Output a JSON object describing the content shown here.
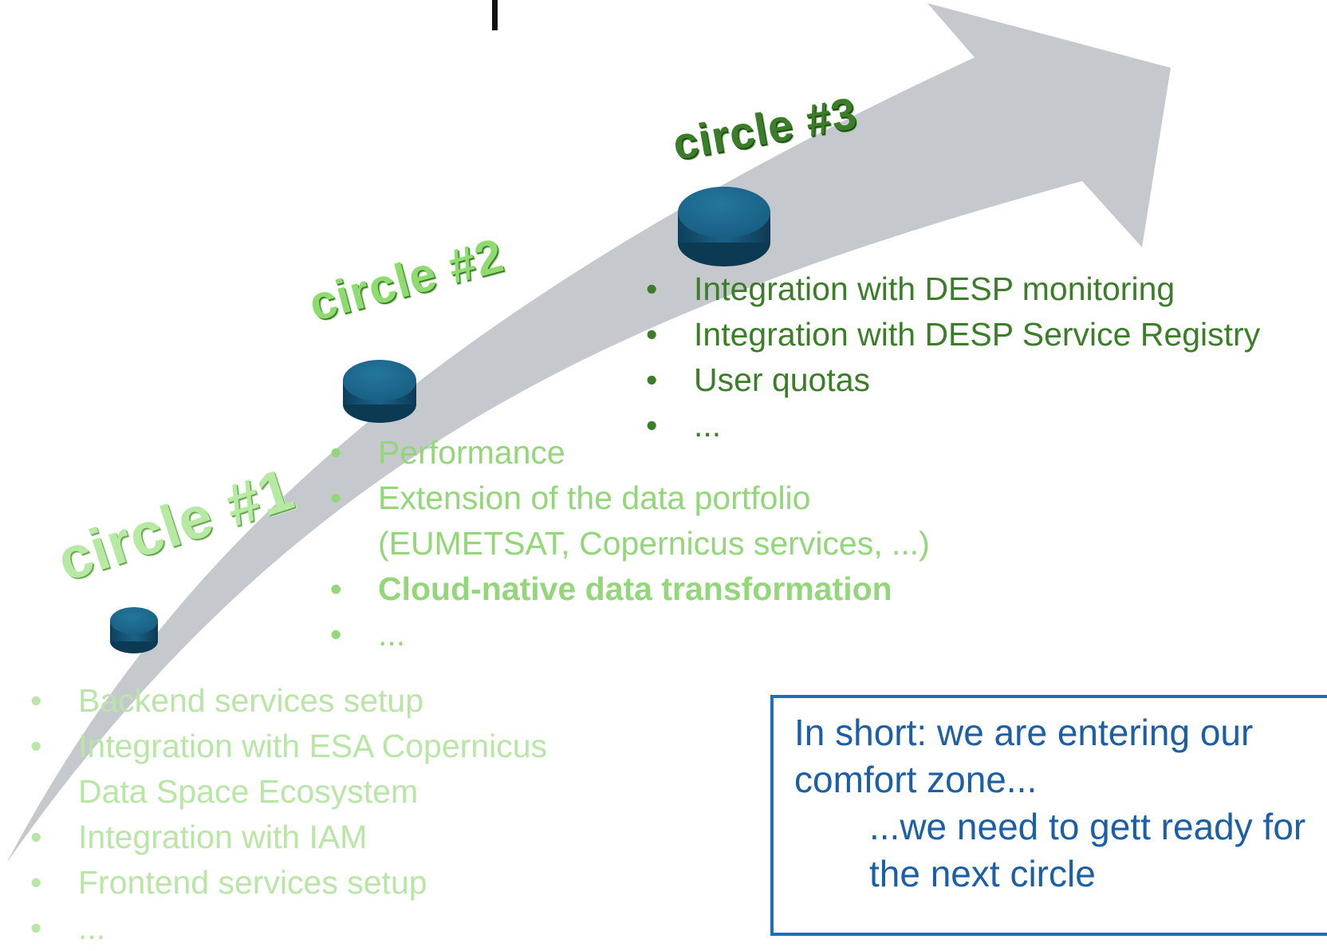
{
  "circle_labels": {
    "c1": "circle #1",
    "c2": "circle #2",
    "c3": "circle #3"
  },
  "bullet_glyph": "•",
  "circle3_items": [
    "Integration with DESP monitoring",
    "Integration with DESP Service Registry",
    "User quotas",
    "..."
  ],
  "circle2_items": [
    "Performance",
    "Extension of the data portfolio",
    "(EUMETSAT, Copernicus services, ...)",
    "Cloud-native data transformation",
    "..."
  ],
  "circle1_items": [
    "Backend services setup",
    "Integration with ESA Copernicus",
    "Data Space Ecosystem",
    "Integration with IAM",
    "Frontend services setup",
    "..."
  ],
  "summary": {
    "line1": "In short: we are entering our",
    "line2": "comfort zone...",
    "line3": "...we need to gett ready for",
    "line4": "the next circle"
  },
  "colors": {
    "arrow": "#c5c9ce",
    "disc": "#1a5e82",
    "circle3_text": "#3c7d2a",
    "circle2_text": "#94d67a",
    "circle1_text": "#b9e6a7",
    "summary_border": "#1c6fbf",
    "summary_text": "#1c5fa6"
  },
  "icons": [
    "growth-arrow-shape",
    "disc-marker-icon"
  ]
}
